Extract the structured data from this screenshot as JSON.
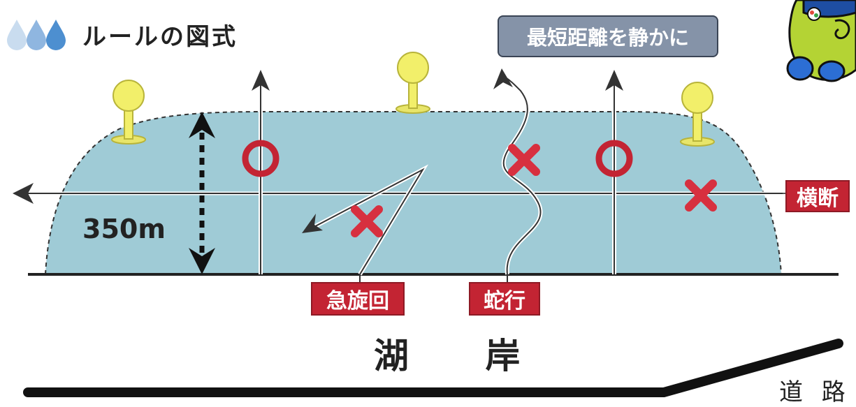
{
  "header": {
    "title": "ルールの図式",
    "drop_icon": "water-drop-icon"
  },
  "banner": {
    "label": "最短距離を静かに"
  },
  "diagram": {
    "distance_label": "350m",
    "shore_label": "湖 岸",
    "road_label": "道 路",
    "tags": {
      "crossing": "横断",
      "sharp_turn": "急旋回",
      "zigzag": "蛇行"
    },
    "marks": {
      "allowed": "circle-ok-icon",
      "forbidden": "cross-ng-icon"
    },
    "colors": {
      "water": "#9fcbd6",
      "buoy": "#f2ef6a",
      "ok_mark": "#c32433",
      "ng_mark": "#d7303f",
      "tag_bg": "#c32433",
      "banner_bg": "#8593a8"
    }
  }
}
